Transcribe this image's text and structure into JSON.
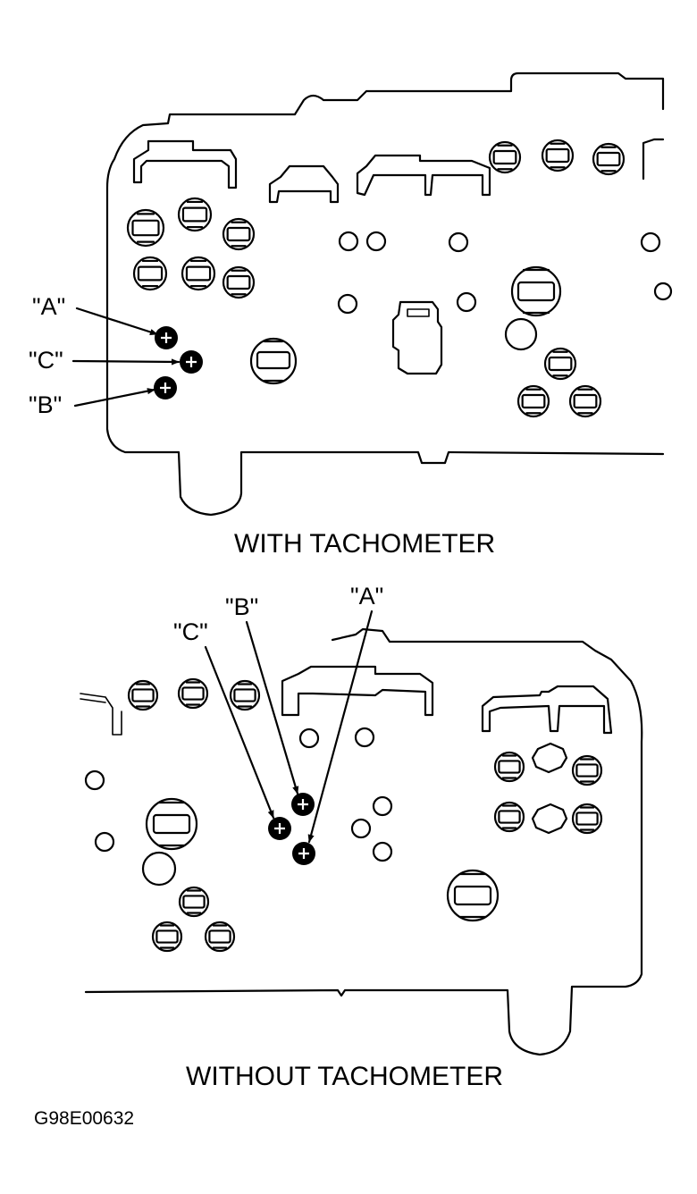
{
  "top_diagram": {
    "caption": "WITH TACHOMETER",
    "labels": {
      "a": "\"A\"",
      "c": "\"C\"",
      "b": "\"B\""
    }
  },
  "bottom_diagram": {
    "caption": "WITHOUT TACHOMETER",
    "labels": {
      "c": "\"C\"",
      "b": "\"B\"",
      "a": "\"A\""
    }
  },
  "figure_code": "G98E00632"
}
